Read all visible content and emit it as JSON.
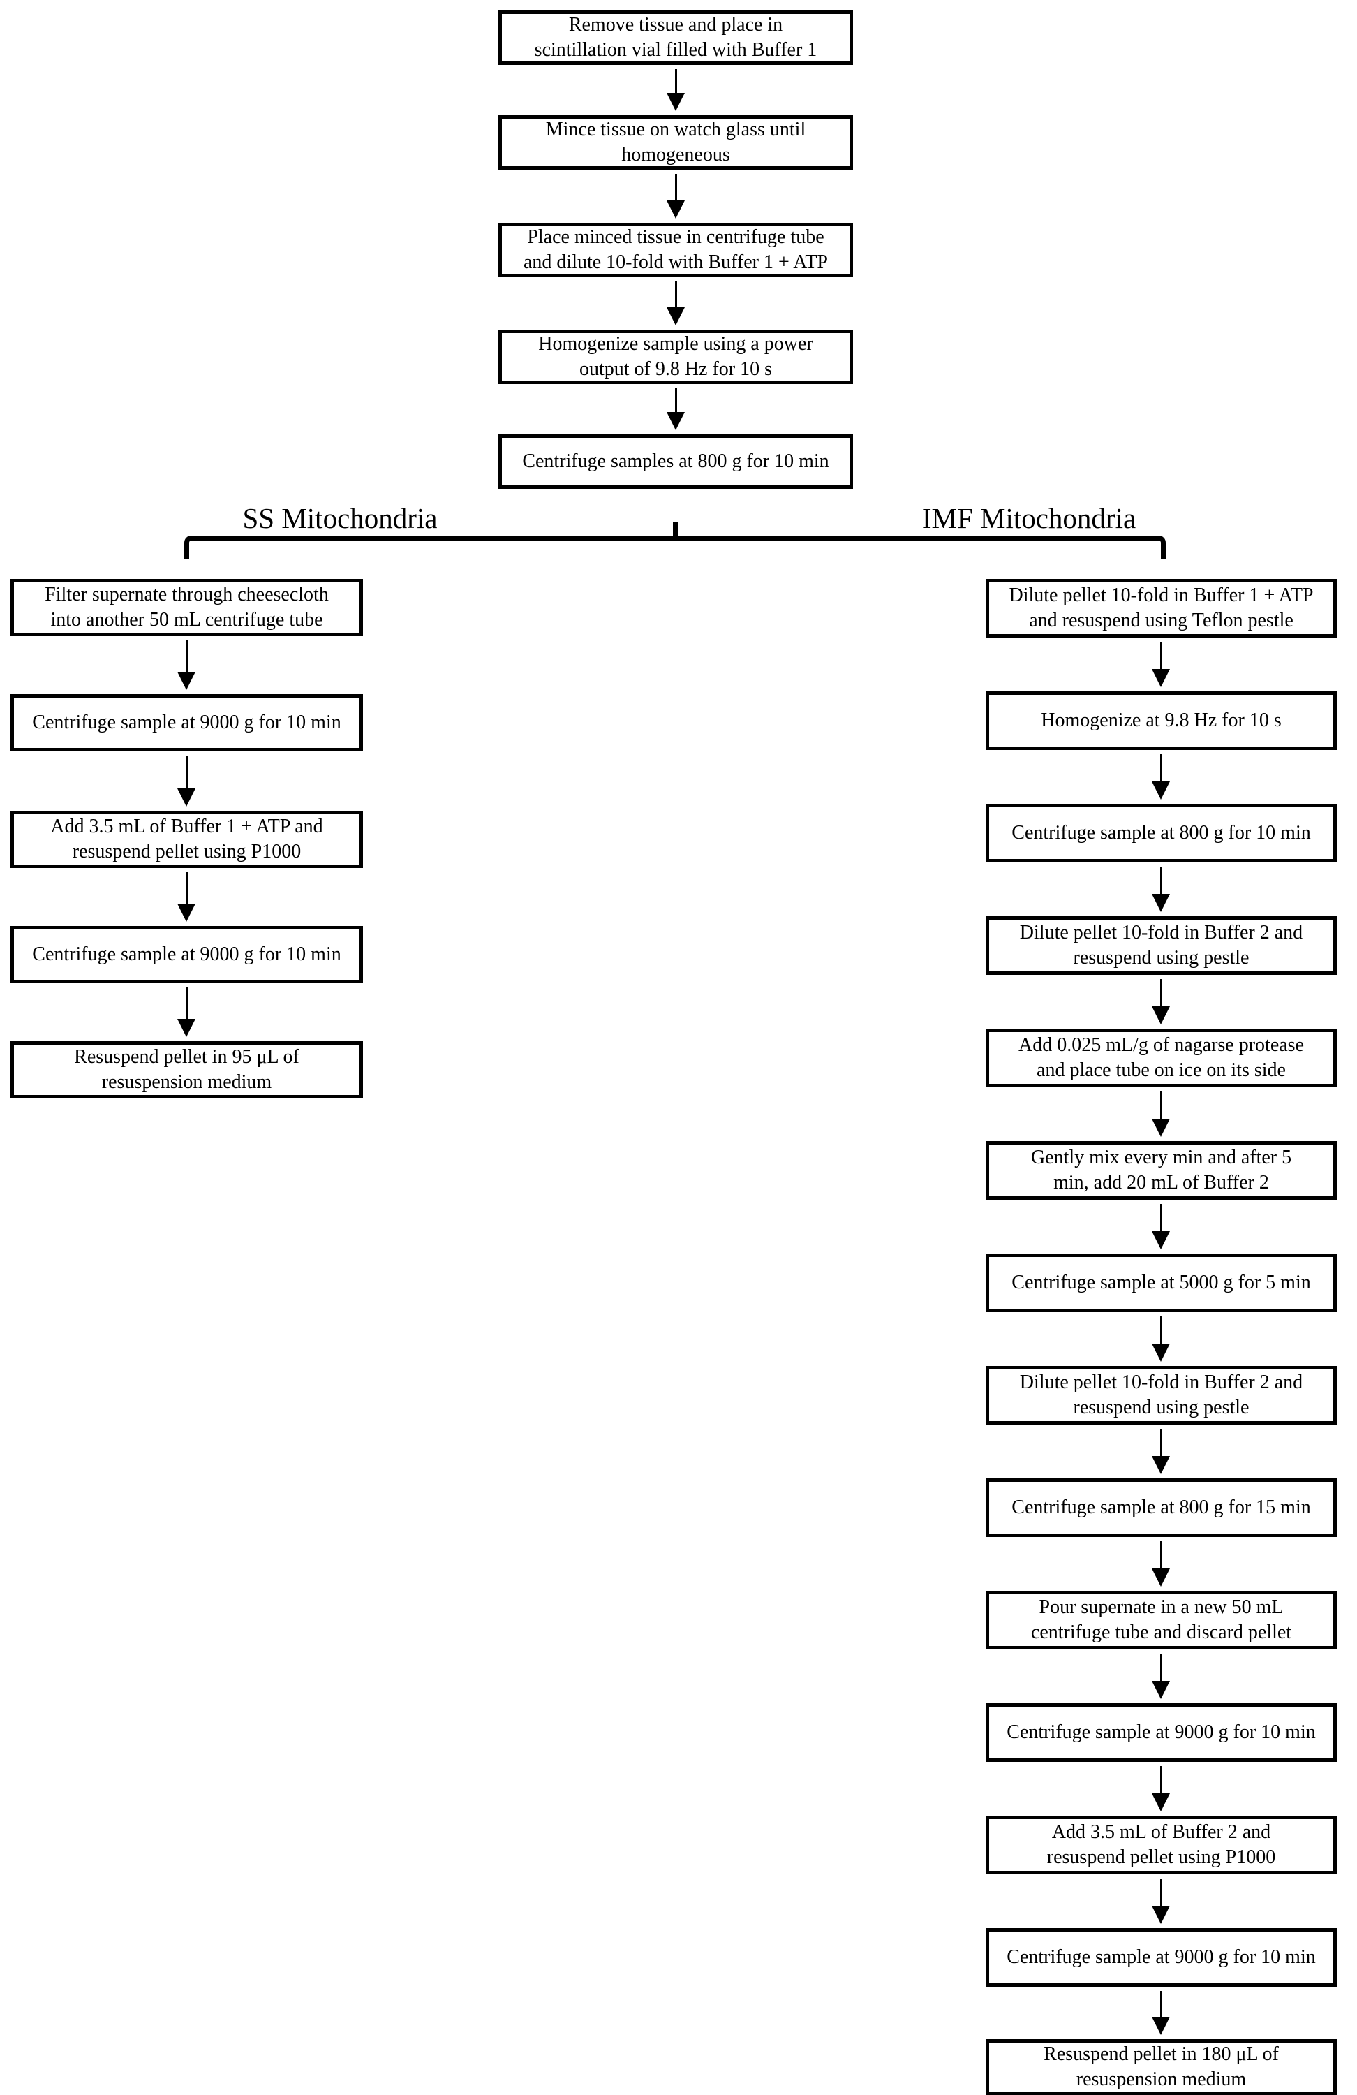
{
  "diagram": {
    "type": "flowchart",
    "colors": {
      "line": "#000000",
      "background": "#ffffff",
      "text": "#000000"
    },
    "main_steps": [
      "Remove tissue and place in\nscintillation vial filled with Buffer 1",
      "Mince tissue on watch glass until\nhomogeneous",
      "Place minced tissue in centrifuge tube\nand dilute 10-fold with Buffer 1 + ATP",
      "Homogenize sample using a power\noutput of 9.8 Hz for 10 s",
      "Centrifuge samples at 800 g for 10 min"
    ],
    "branches": {
      "ss": {
        "label": "SS Mitochondria",
        "steps": [
          "Filter supernate  through cheesecloth\ninto another 50 mL centrifuge tube",
          "Centrifuge sample at 9000 g for 10 min",
          "Add 3.5 mL of Buffer 1 + ATP and\nresuspend pellet using P1000",
          "Centrifuge sample at 9000 g for 10 min",
          "Resuspend pellet in 95 μL of\nresuspension medium"
        ]
      },
      "imf": {
        "label": "IMF Mitochondria",
        "steps": [
          "Dilute pellet 10-fold in Buffer 1 + ATP\nand resuspend using Teflon pestle",
          "Homogenize at 9.8 Hz for 10 s",
          "Centrifuge sample at 800 g for 10 min",
          "Dilute pellet 10-fold in Buffer 2 and\nresuspend using pestle",
          "Add 0.025 mL/g of nagarse protease\nand place tube on ice on its side",
          "Gently mix every min and after 5\nmin, add 20 mL of Buffer 2",
          "Centrifuge sample at 5000 g for 5 min",
          "Dilute pellet 10-fold in Buffer 2 and\nresuspend using pestle",
          "Centrifuge sample at 800 g for 15 min",
          "Pour supernate  in a new 50 mL\ncentrifuge tube and discard pellet",
          "Centrifuge sample at 9000 g for 10 min",
          "Add 3.5 mL of Buffer 2 and\nresuspend pellet using P1000",
          "Centrifuge sample at 9000 g for  10 min",
          "Resuspend pellet in 180 μL of\nresuspension medium"
        ]
      }
    }
  }
}
